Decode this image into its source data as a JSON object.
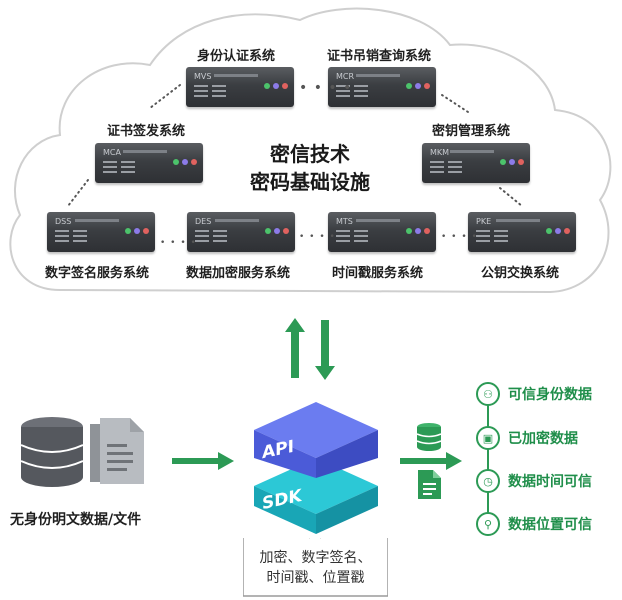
{
  "cloud": {
    "title_line1": "密信技术",
    "title_line2": "密码基础设施",
    "systems": [
      {
        "code": "MVS",
        "label": "身份认证系统"
      },
      {
        "code": "MCR",
        "label": "证书吊销查询系统"
      },
      {
        "code": "MCA",
        "label": "证书签发系统"
      },
      {
        "code": "MKM",
        "label": "密钥管理系统"
      },
      {
        "code": "DSS",
        "label": "数字签名服务系统"
      },
      {
        "code": "DES",
        "label": "数据加密服务系统"
      },
      {
        "code": "MTS",
        "label": "时间戳服务系统"
      },
      {
        "code": "PKE",
        "label": "公钥交换系统"
      }
    ]
  },
  "left": {
    "label": "无身份明文数据/文件"
  },
  "sdk": {
    "top_label": "API",
    "bottom_label": "SDK"
  },
  "caption": {
    "line1": "加密、数字签名、",
    "line2": "时间戳、位置戳"
  },
  "outputs": [
    {
      "icon": "user-icon",
      "label": "可信身份数据"
    },
    {
      "icon": "lock-icon",
      "label": "已加密数据"
    },
    {
      "icon": "clock-icon",
      "label": "数据时间可信"
    },
    {
      "icon": "location-pin-icon",
      "label": "数据位置可信"
    }
  ],
  "colors": {
    "accent_green": "#2c9a55",
    "sdk_blue": "#4f5fe0",
    "sdk_teal": "#21b6c9"
  }
}
